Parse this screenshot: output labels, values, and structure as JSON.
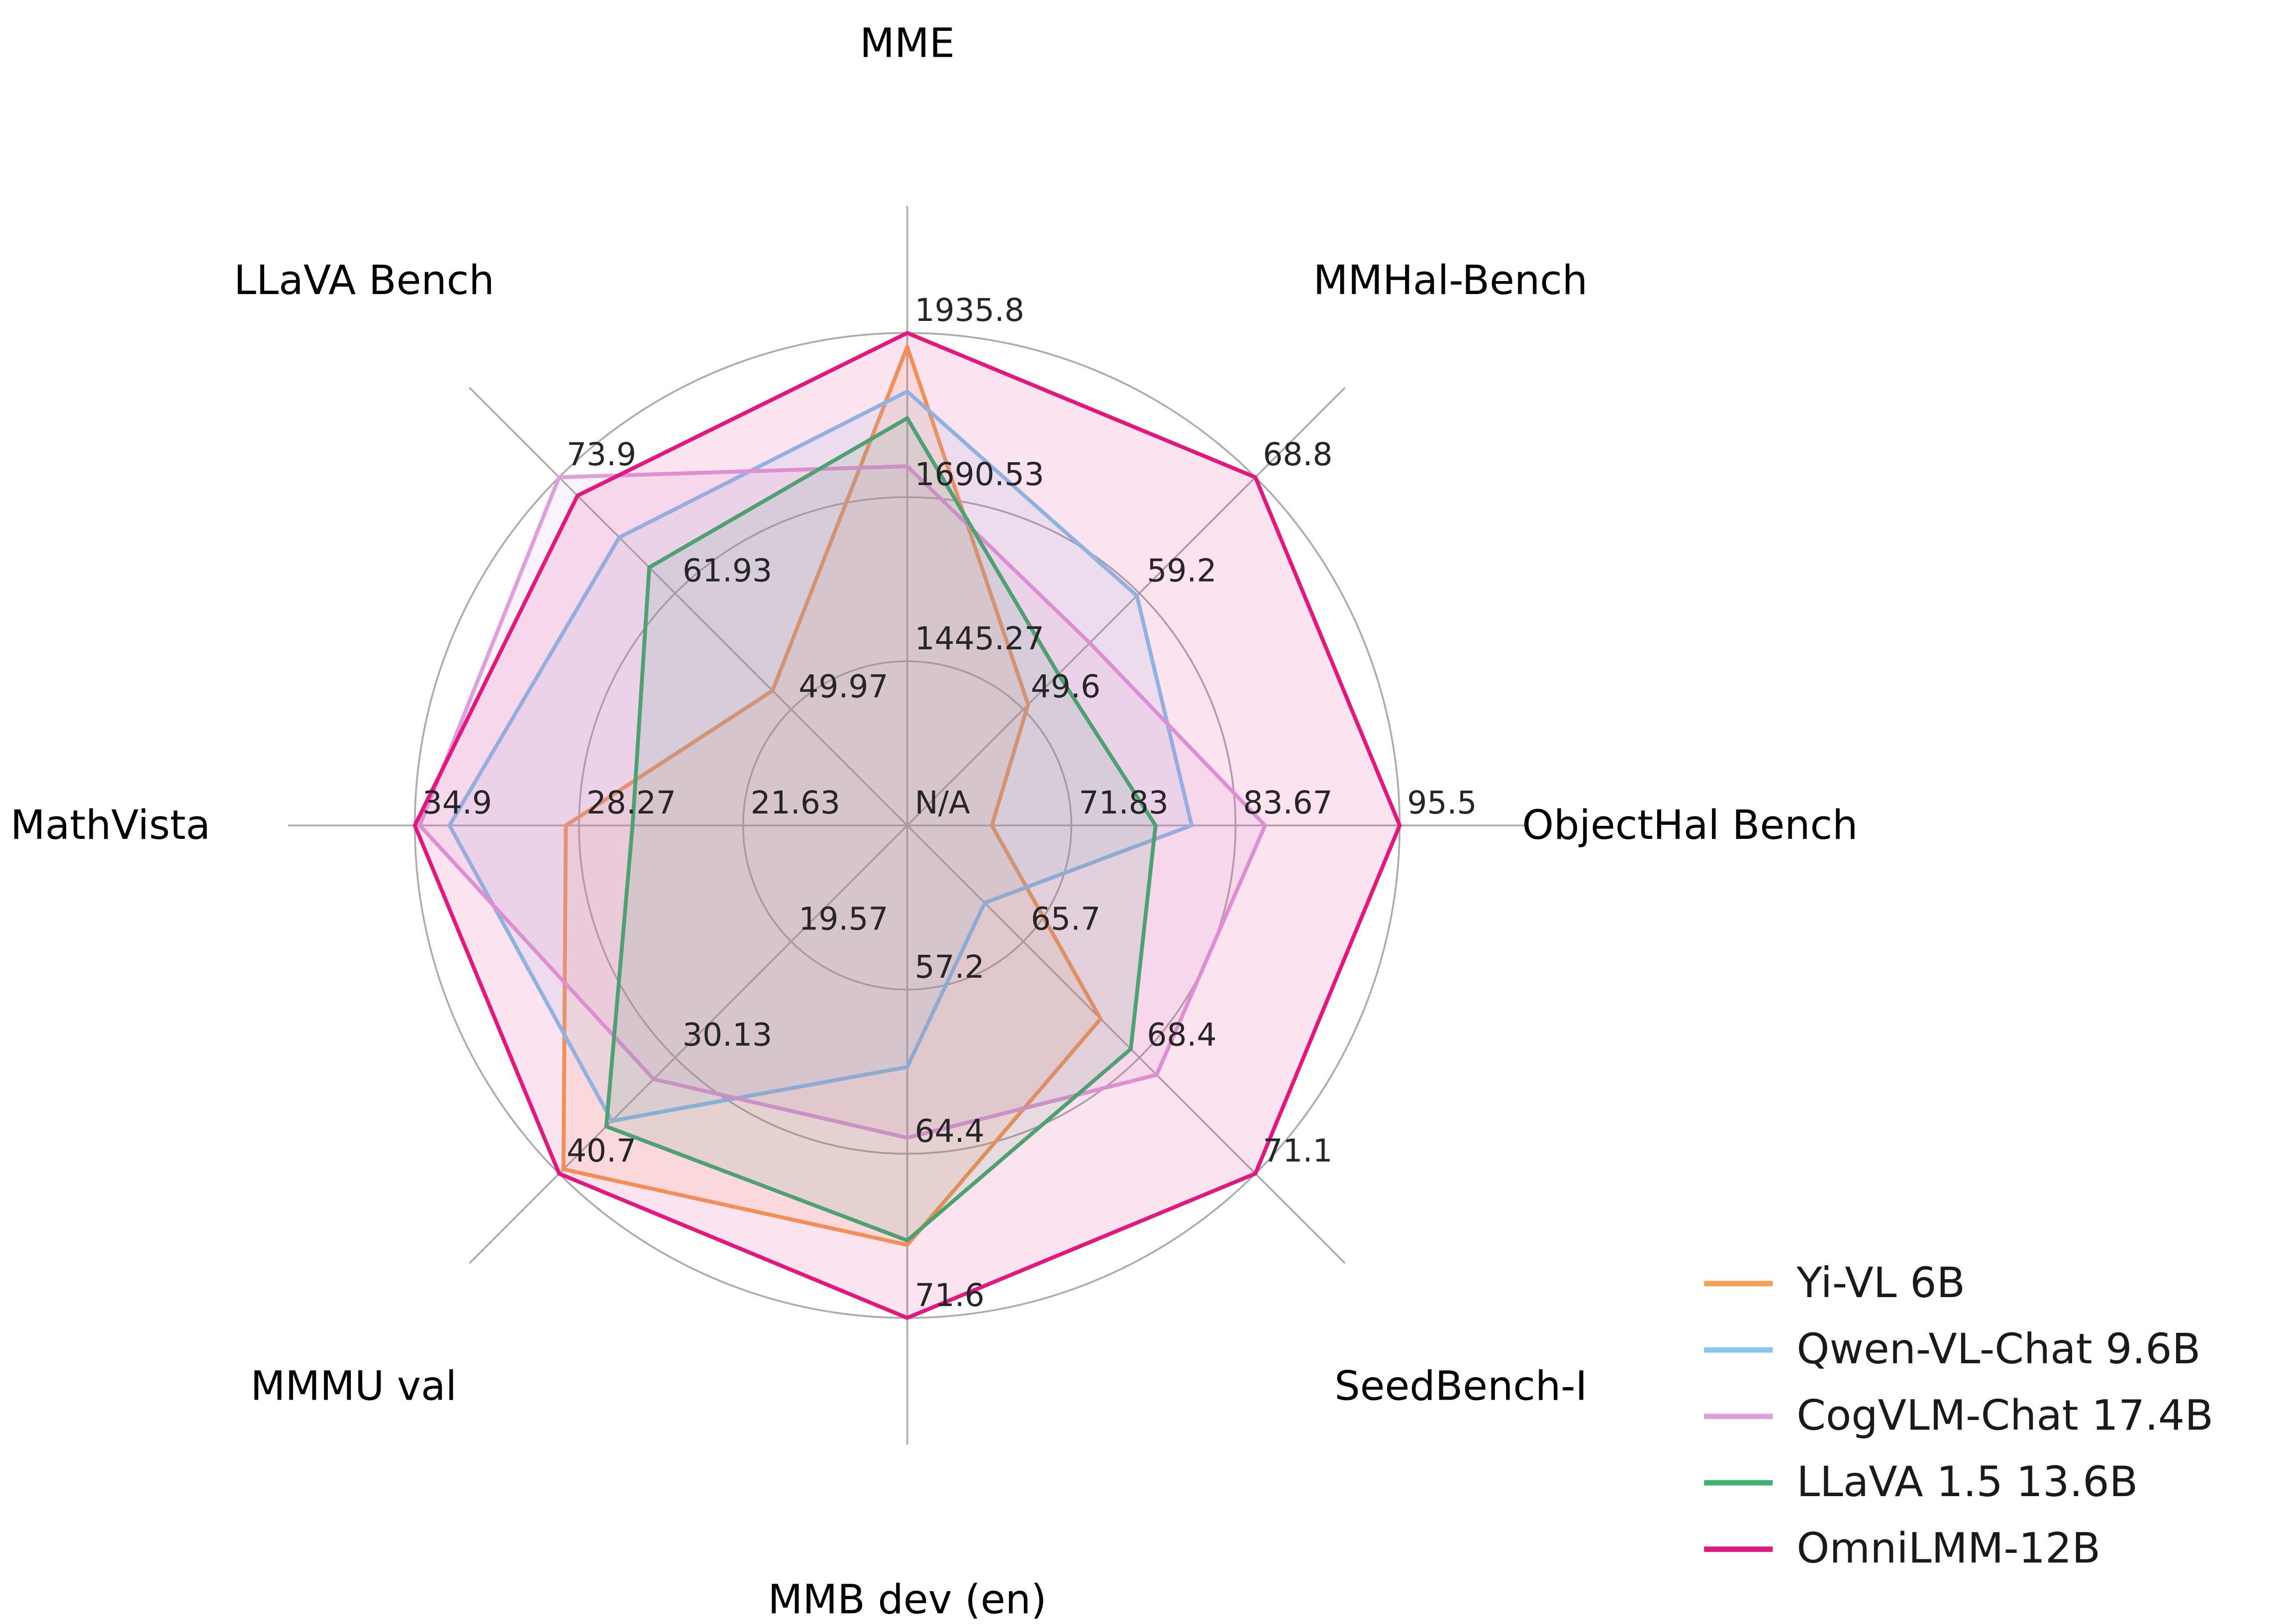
{
  "chart_data": {
    "type": "radar",
    "background": "#ffffff",
    "grid": {
      "rings": 3,
      "color": "#ABABAB",
      "spokes": 8
    },
    "center_label": "N/A",
    "tick_label_color": "#262626",
    "axis_label_color": "#000000",
    "axes": [
      {
        "label": "MME",
        "min": 1200.0,
        "max": 1935.8,
        "tick_labels": [
          "1445.27",
          "1690.53",
          "1935.8"
        ]
      },
      {
        "label": "MMHal-Bench",
        "min": 40.0,
        "max": 68.8,
        "tick_labels": [
          "49.6",
          "59.2",
          "68.8"
        ]
      },
      {
        "label": "ObjectHal Bench",
        "min": 60.0,
        "max": 95.5,
        "tick_labels": [
          "71.83",
          "83.67",
          "95.5"
        ]
      },
      {
        "label": "SeedBench-I",
        "min": 63.0,
        "max": 71.1,
        "tick_labels": [
          "65.7",
          "68.4",
          "71.1"
        ]
      },
      {
        "label": "MMB dev (en)",
        "min": 50.0,
        "max": 71.6,
        "tick_labels": [
          "57.2",
          "64.4",
          "71.6"
        ]
      },
      {
        "label": "MMMU val",
        "min": 9.0,
        "max": 40.7,
        "tick_labels": [
          "19.57",
          "30.13",
          "40.7"
        ]
      },
      {
        "label": "MathVista",
        "min": 15.0,
        "max": 34.9,
        "tick_labels": [
          "21.63",
          "28.27",
          "34.9"
        ]
      },
      {
        "label": "LLaVA Bench",
        "min": 38.0,
        "max": 73.9,
        "tick_labels": [
          "49.97",
          "61.93",
          "73.9"
        ]
      }
    ],
    "series": [
      {
        "name": "Yi-VL 6B",
        "color": "#F5A054",
        "values": [
          1915.1,
          50.0,
          66.1,
          67.5,
          68.4,
          40.3,
          28.8,
          51.9
        ]
      },
      {
        "name": "Qwen-VL-Chat 9.6B",
        "color": "#85C8EF",
        "values": [
          1848.3,
          59.0,
          80.5,
          64.8,
          60.6,
          35.9,
          33.5,
          67.7
        ]
      },
      {
        "name": "CogVLM-Chat 17.4B",
        "color": "#DDA0DD",
        "values": [
          1736.6,
          55.1,
          85.8,
          68.8,
          63.7,
          32.1,
          34.7,
          73.9
        ]
      },
      {
        "name": "LLaVA 1.5 13.6B",
        "color": "#3CB371",
        "values": [
          1808.4,
          52.5,
          77.9,
          68.2,
          68.2,
          36.4,
          26.1,
          64.6
        ]
      },
      {
        "name": "OmniLMM-12B",
        "color": "#E2187D",
        "values": [
          1935.8,
          68.8,
          95.5,
          71.1,
          71.6,
          40.7,
          34.9,
          72.0
        ]
      }
    ],
    "legend": {
      "position": "lower-right",
      "entries": [
        "Yi-VL 6B",
        "Qwen-VL-Chat 9.6B",
        "CogVLM-Chat 17.4B",
        "LLaVA 1.5 13.6B",
        "OmniLMM-12B"
      ]
    }
  }
}
